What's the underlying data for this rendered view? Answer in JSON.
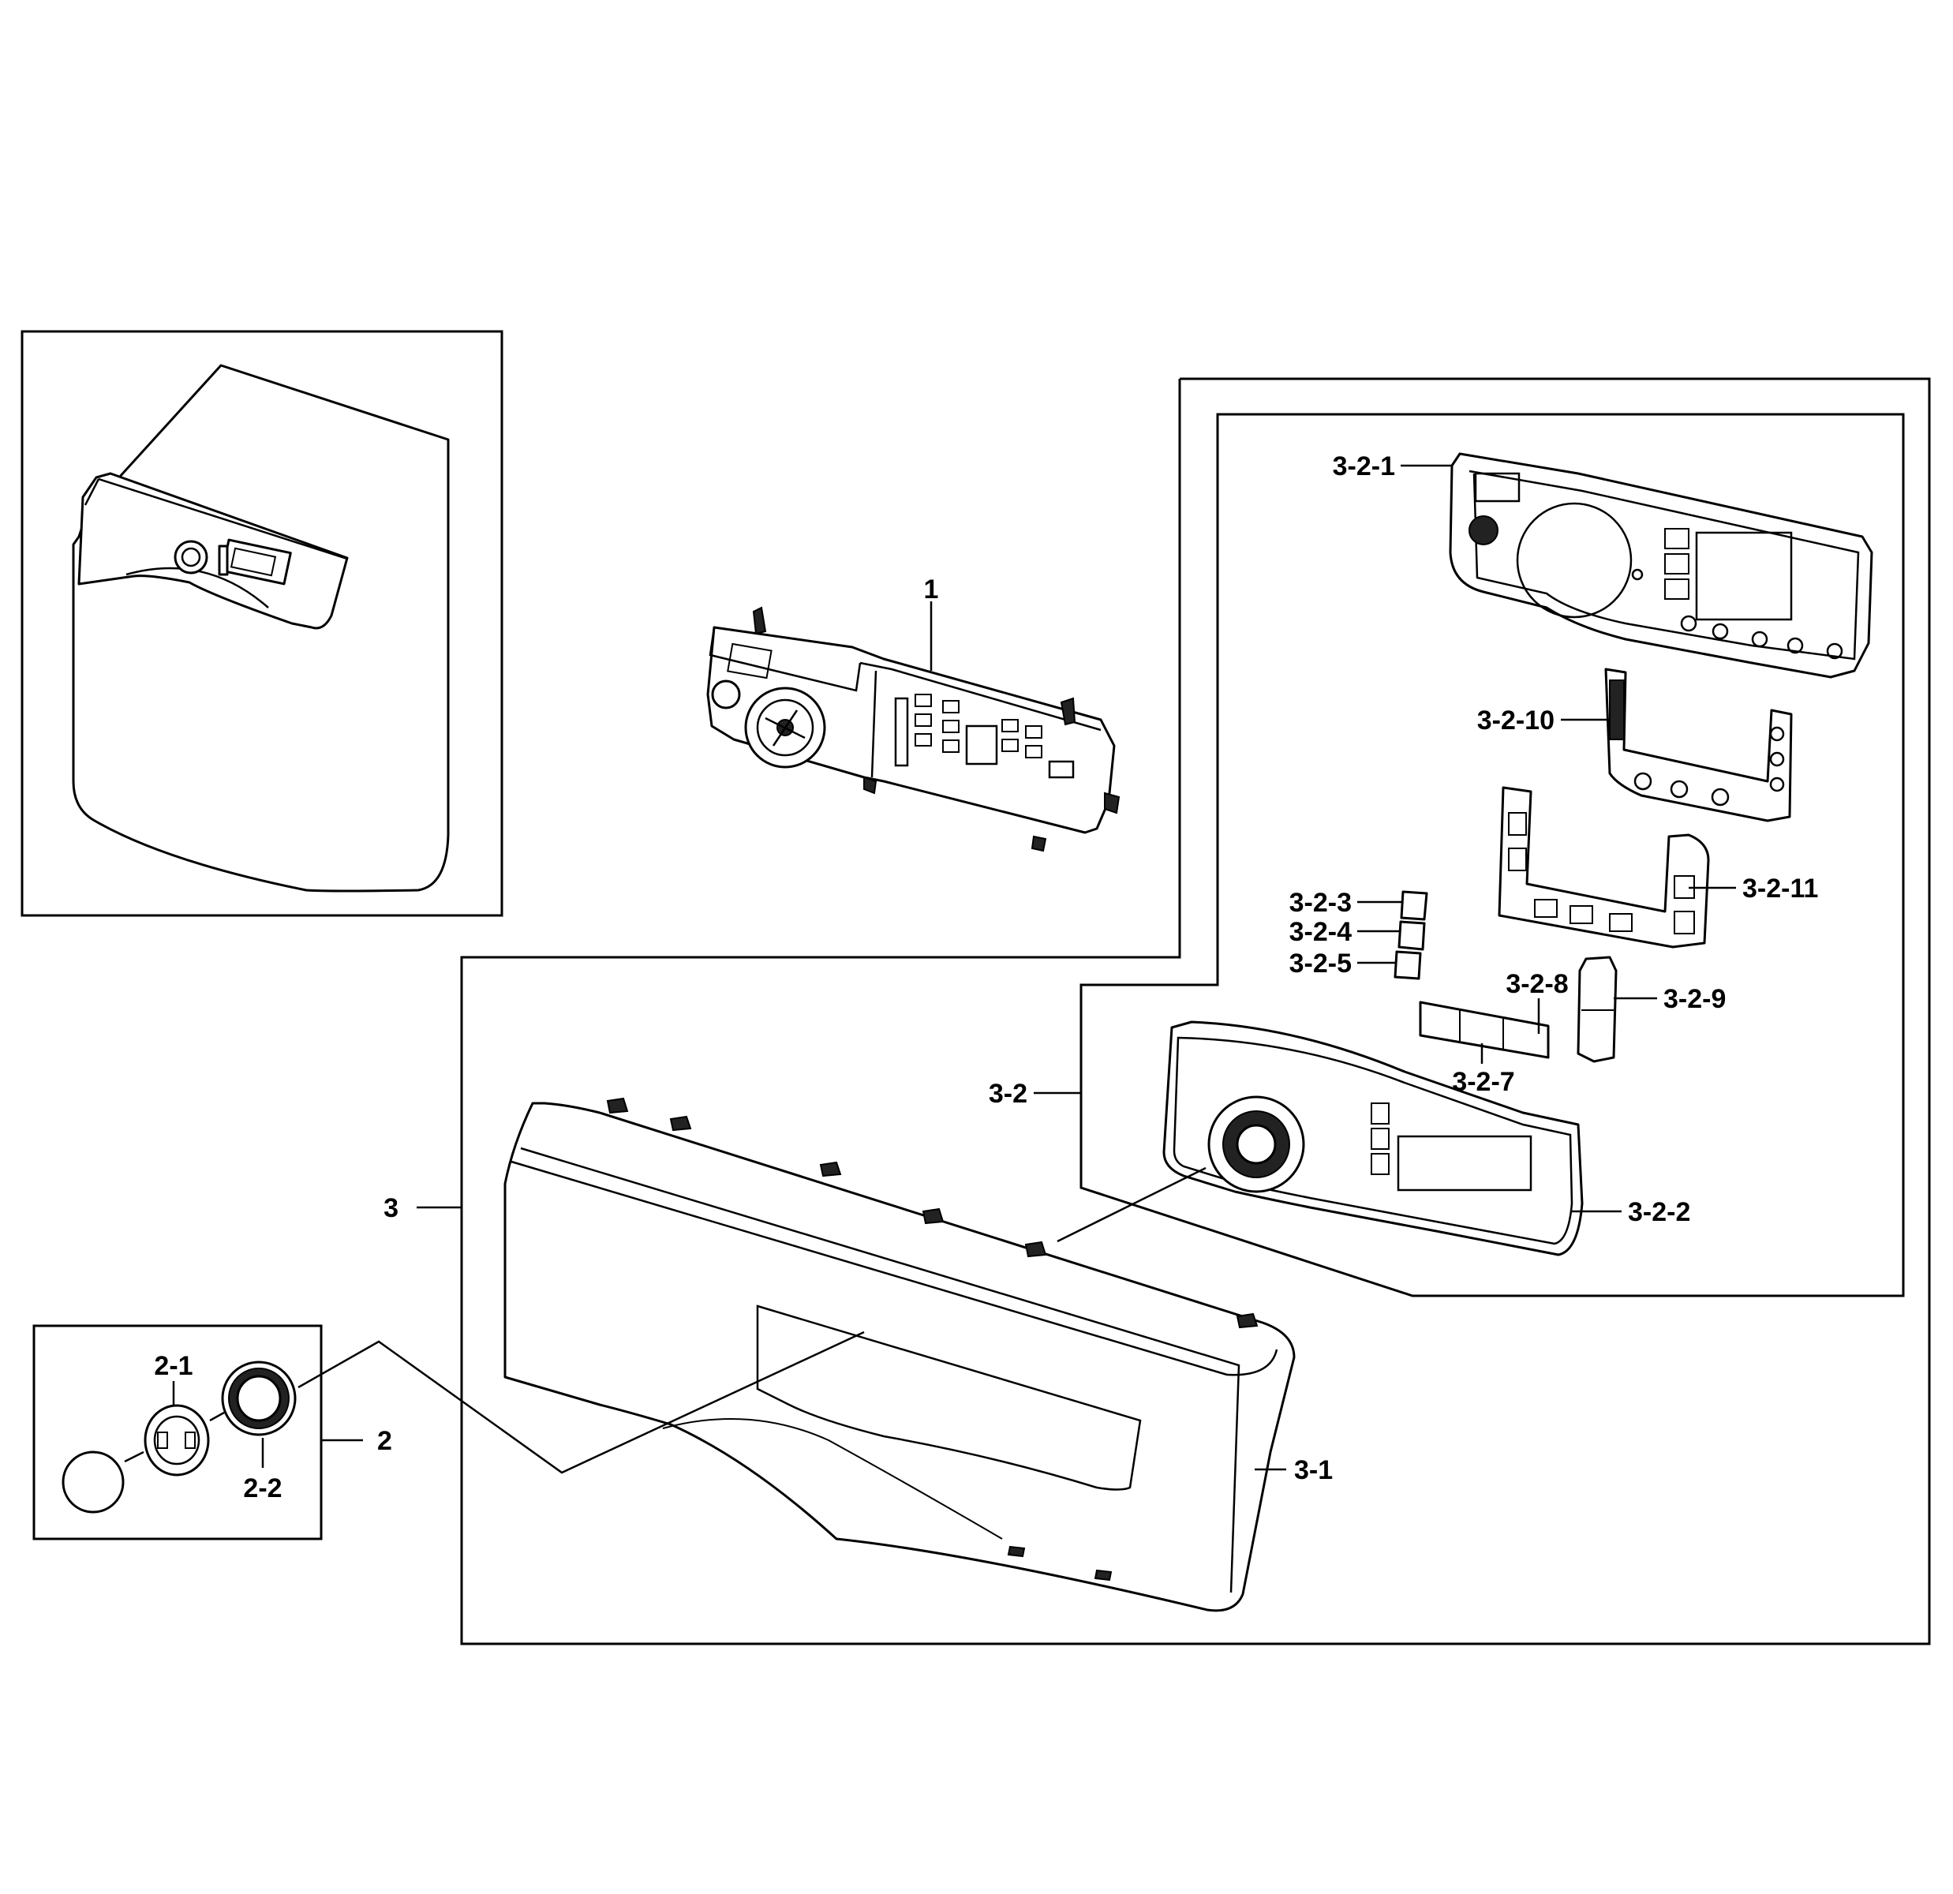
{
  "labels": {
    "l1": "1",
    "l2": "2",
    "l2_1": "2-1",
    "l2_2": "2-2",
    "l3": "3",
    "l3_1": "3-1",
    "l3_2": "3-2",
    "l3_2_1": "3-2-1",
    "l3_2_2": "3-2-2",
    "l3_2_3": "3-2-3",
    "l3_2_4": "3-2-4",
    "l3_2_5": "3-2-5",
    "l3_2_7": "3-2-7",
    "l3_2_8": "3-2-8",
    "l3_2_9": "3-2-9",
    "l3_2_10": "3-2-10",
    "l3_2_11": "3-2-11"
  }
}
